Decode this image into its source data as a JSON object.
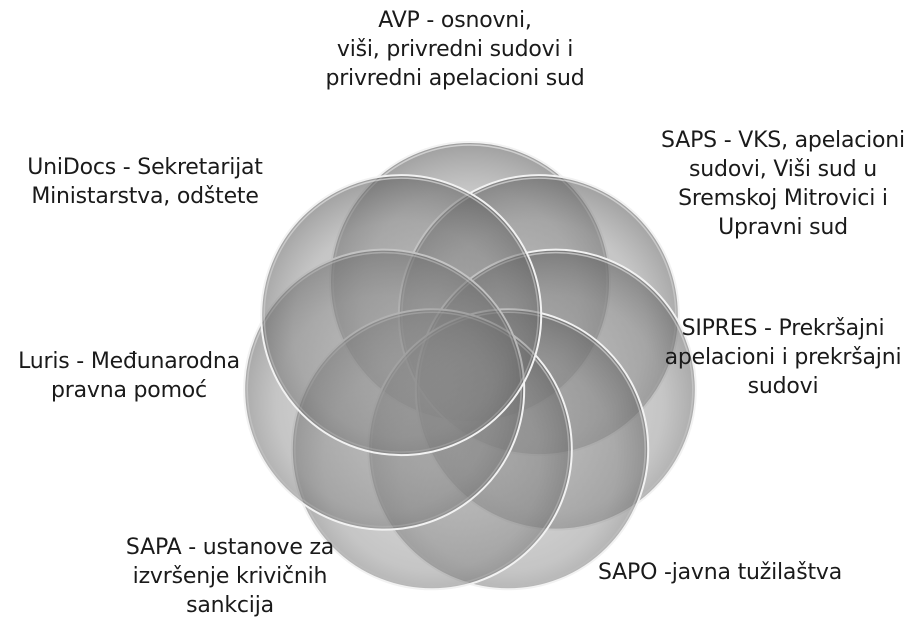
{
  "diagram": {
    "colors": {
      "circle_fill": "#7a7a7a",
      "circle_stroke": "#f2f2f2",
      "text": "#1a1a1a"
    },
    "circles": [
      {
        "name": "AVP"
      },
      {
        "name": "SAPS"
      },
      {
        "name": "SIPRES"
      },
      {
        "name": "SAPO"
      },
      {
        "name": "SAPA"
      },
      {
        "name": "Luris"
      },
      {
        "name": "UniDocs"
      }
    ],
    "labels": {
      "avp": {
        "line1": "AVP - osnovni,",
        "line2": "viši, privredni sudovi i",
        "line3": "privredni apelacioni sud"
      },
      "saps": {
        "line1": "SAPS - VKS, apelacioni",
        "line2": "sudovi, Viši sud u",
        "line3": "Sremskoj Mitrovici i",
        "line4": "Upravni sud"
      },
      "sipres": {
        "line1": "SIPRES - Prekršajni",
        "line2": "apelacioni i prekršajni",
        "line3": "sudovi"
      },
      "sapo": {
        "line1": "SAPO -javna tužilaštva"
      },
      "sapa": {
        "line1": "SAPA - ustanove za",
        "line2": "izvršenje krivičnih",
        "line3": "sankcija"
      },
      "luris": {
        "line1": "Luris - Međunarodna",
        "line2": "pravna pomoć"
      },
      "unidocs": {
        "line1": "UniDocs - Sekretarijat",
        "line2": "Ministarstva, odštete"
      }
    }
  }
}
